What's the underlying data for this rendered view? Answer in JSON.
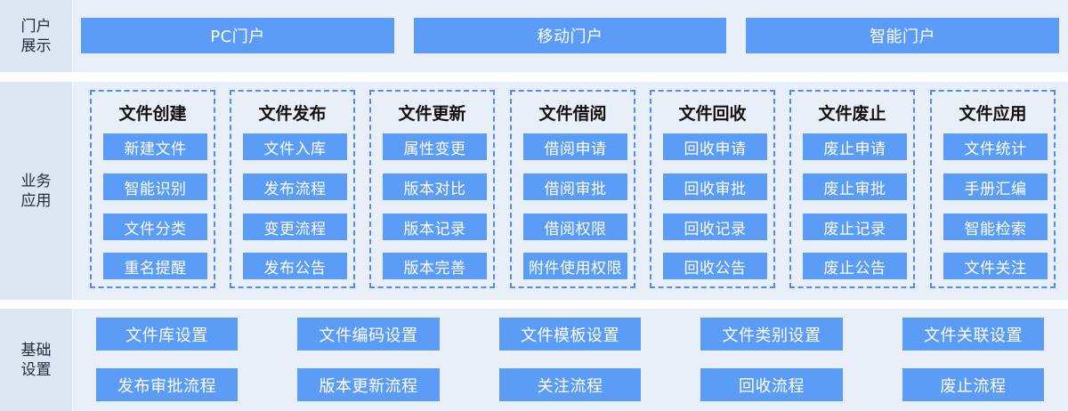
{
  "portal": {
    "label": "门户展示",
    "items": [
      "PC门户",
      "移动门户",
      "智能门户"
    ]
  },
  "business": {
    "label": "业务应用",
    "columns": [
      {
        "title": "文件创建",
        "items": [
          "新建文件",
          "智能识别",
          "文件分类",
          "重名提醒"
        ]
      },
      {
        "title": "文件发布",
        "items": [
          "文件入库",
          "发布流程",
          "变更流程",
          "发布公告"
        ]
      },
      {
        "title": "文件更新",
        "items": [
          "属性变更",
          "版本对比",
          "版本记录",
          "版本完善"
        ]
      },
      {
        "title": "文件借阅",
        "items": [
          "借阅申请",
          "借阅审批",
          "借阅权限",
          "附件使用权限"
        ]
      },
      {
        "title": "文件回收",
        "items": [
          "回收申请",
          "回收审批",
          "回收记录",
          "回收公告"
        ]
      },
      {
        "title": "文件废止",
        "items": [
          "废止申请",
          "废止审批",
          "废止记录",
          "废止公告"
        ]
      },
      {
        "title": "文件应用",
        "items": [
          "文件统计",
          "手册汇编",
          "智能检索",
          "文件关注"
        ]
      }
    ]
  },
  "foundation": {
    "label": "基础设置",
    "row1": [
      "文件库设置",
      "文件编码设置",
      "文件模板设置",
      "文件类别设置",
      "文件关联设置"
    ],
    "row2": [
      "发布审批流程",
      "版本更新流程",
      "关注流程",
      "回收流程",
      "废止流程"
    ]
  },
  "colors": {
    "accent": "#5b9cf6",
    "panel": "#e9eff8",
    "label_bg": "#dde6f3",
    "dashed_border": "#4f8ef0"
  }
}
